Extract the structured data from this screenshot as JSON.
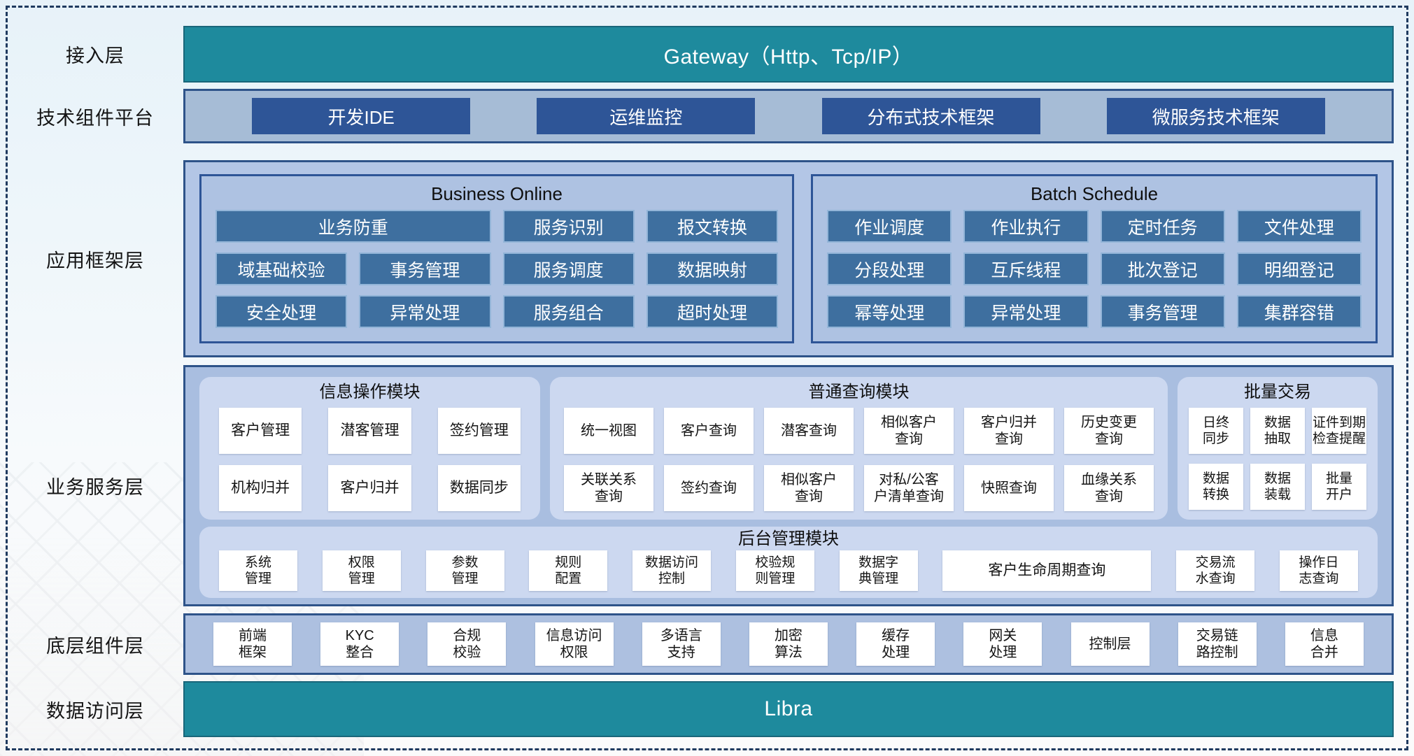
{
  "access": {
    "label": "接入层",
    "gateway": "Gateway（Http、Tcp/IP）"
  },
  "tech": {
    "label": "技术组件平台",
    "items": [
      "开发IDE",
      "运维监控",
      "分布式技术框架",
      "微服务技术框架"
    ]
  },
  "app": {
    "label": "应用框架层",
    "business_online": {
      "title": "Business Online",
      "items": [
        "业务防重",
        "服务识别",
        "报文转换",
        "域基础校验",
        "事务管理",
        "服务调度",
        "数据映射",
        "安全处理",
        "异常处理",
        "服务组合",
        "超时处理"
      ]
    },
    "batch_schedule": {
      "title": "Batch Schedule",
      "items": [
        "作业调度",
        "作业执行",
        "定时任务",
        "文件处理",
        "分段处理",
        "互斥线程",
        "批次登记",
        "明细登记",
        "幂等处理",
        "异常处理",
        "事务管理",
        "集群容错"
      ]
    }
  },
  "service": {
    "label": "业务服务层",
    "info_module": {
      "title": "信息操作模块",
      "items": [
        "客户管理",
        "潜客管理",
        "签约管理",
        "机构归并",
        "客户归并",
        "数据同步"
      ]
    },
    "query_module": {
      "title": "普通查询模块",
      "items": [
        "统一视图",
        "客户查询",
        "潜客查询",
        "相似客户\n查询",
        "客户归并\n查询",
        "历史变更\n查询",
        "关联关系\n查询",
        "签约查询",
        "相似客户\n查询",
        "对私/公客\n户清单查询",
        "快照查询",
        "血缘关系\n查询"
      ]
    },
    "batch_module": {
      "title": "批量交易",
      "items": [
        "日终\n同步",
        "数据\n抽取",
        "证件到期\n检查提醒",
        "数据\n转换",
        "数据\n装载",
        "批量\n开户"
      ]
    },
    "admin_module": {
      "title": "后台管理模块",
      "items": [
        "系统\n管理",
        "权限\n管理",
        "参数\n管理",
        "规则\n配置",
        "数据访问\n控制",
        "校验规\n则管理",
        "数据字\n典管理",
        "客户生命周期查询",
        "交易流\n水查询",
        "操作日\n志查询"
      ]
    }
  },
  "base": {
    "label": "底层组件层",
    "items": [
      "前端\n框架",
      "KYC\n整合",
      "合规\n校验",
      "信息访问\n权限",
      "多语言\n支持",
      "加密\n算法",
      "缓存\n处理",
      "网关\n处理",
      "控制层",
      "交易链\n路控制",
      "信息\n合并"
    ]
  },
  "data_access": {
    "label": "数据访问层",
    "bar": "Libra"
  },
  "colors": {
    "teal": "#1e8a9d",
    "navy_button": "#2e5597",
    "steel_button": "#3e6f9f",
    "panel_border": "#2e5389",
    "panel_bg": "#b3c6e6",
    "card_bg": "#ccd8f0"
  }
}
